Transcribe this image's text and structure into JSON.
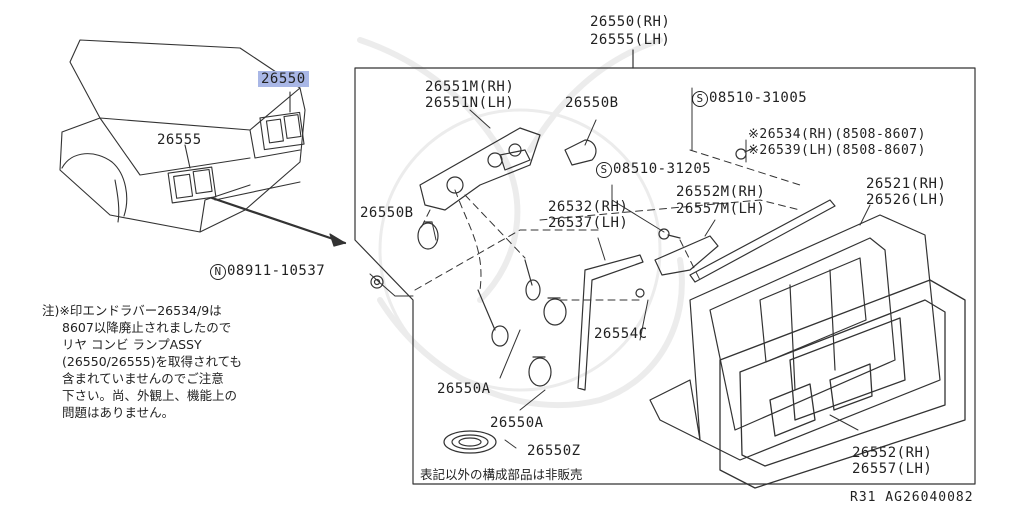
{
  "labels": {
    "car_rear_lamp": "26550",
    "car_left_lamp": "26555",
    "assy_rh": "26550(RH)",
    "assy_lh": "26555(LH)",
    "socket_rh": "26551M(RH)",
    "socket_lh": "26551N(LH)",
    "bulb_b_top": "26550B",
    "bulb_b_left": "26550B",
    "screw_top_mark": "S",
    "screw_top": "08510-31005",
    "mark_rh": "※26534(RH)(8508-8607)",
    "mark_lh": "※26539(LH)(8508-8607)",
    "screw_mid_mark": "S",
    "screw_mid": "08510-31205",
    "trim_rh": "26552M(RH)",
    "trim_lh": "26557M(LH)",
    "housing_rh": "26521(RH)",
    "housing_lh": "26526(LH)",
    "gasket_rh": "26532(RH)",
    "gasket_lh": "26537(LH)",
    "nut_mark": "N",
    "nut": "08911-10537",
    "clip": "26554C",
    "bulb_a_1": "26550A",
    "bulb_a_2": "26550A",
    "seal": "26550Z",
    "lens_rh": "26552(RH)",
    "lens_lh": "26557(LH)"
  },
  "note": [
    "注)※印エンドラバー26534/9は",
    "8607以降廃止されましたので",
    "リヤ コンビ ランプASSY",
    "(26550/26555)を取得されても",
    "含まれていませんのでご注意",
    "下さい。尚、外観上、機能上の",
    "問題はありません。"
  ],
  "footer_note": "表記以外の構成部品は非販売",
  "diagram_code": "R31  AG26040082",
  "colors": {
    "highlight": "#a9b7e6",
    "line": "#333333"
  }
}
